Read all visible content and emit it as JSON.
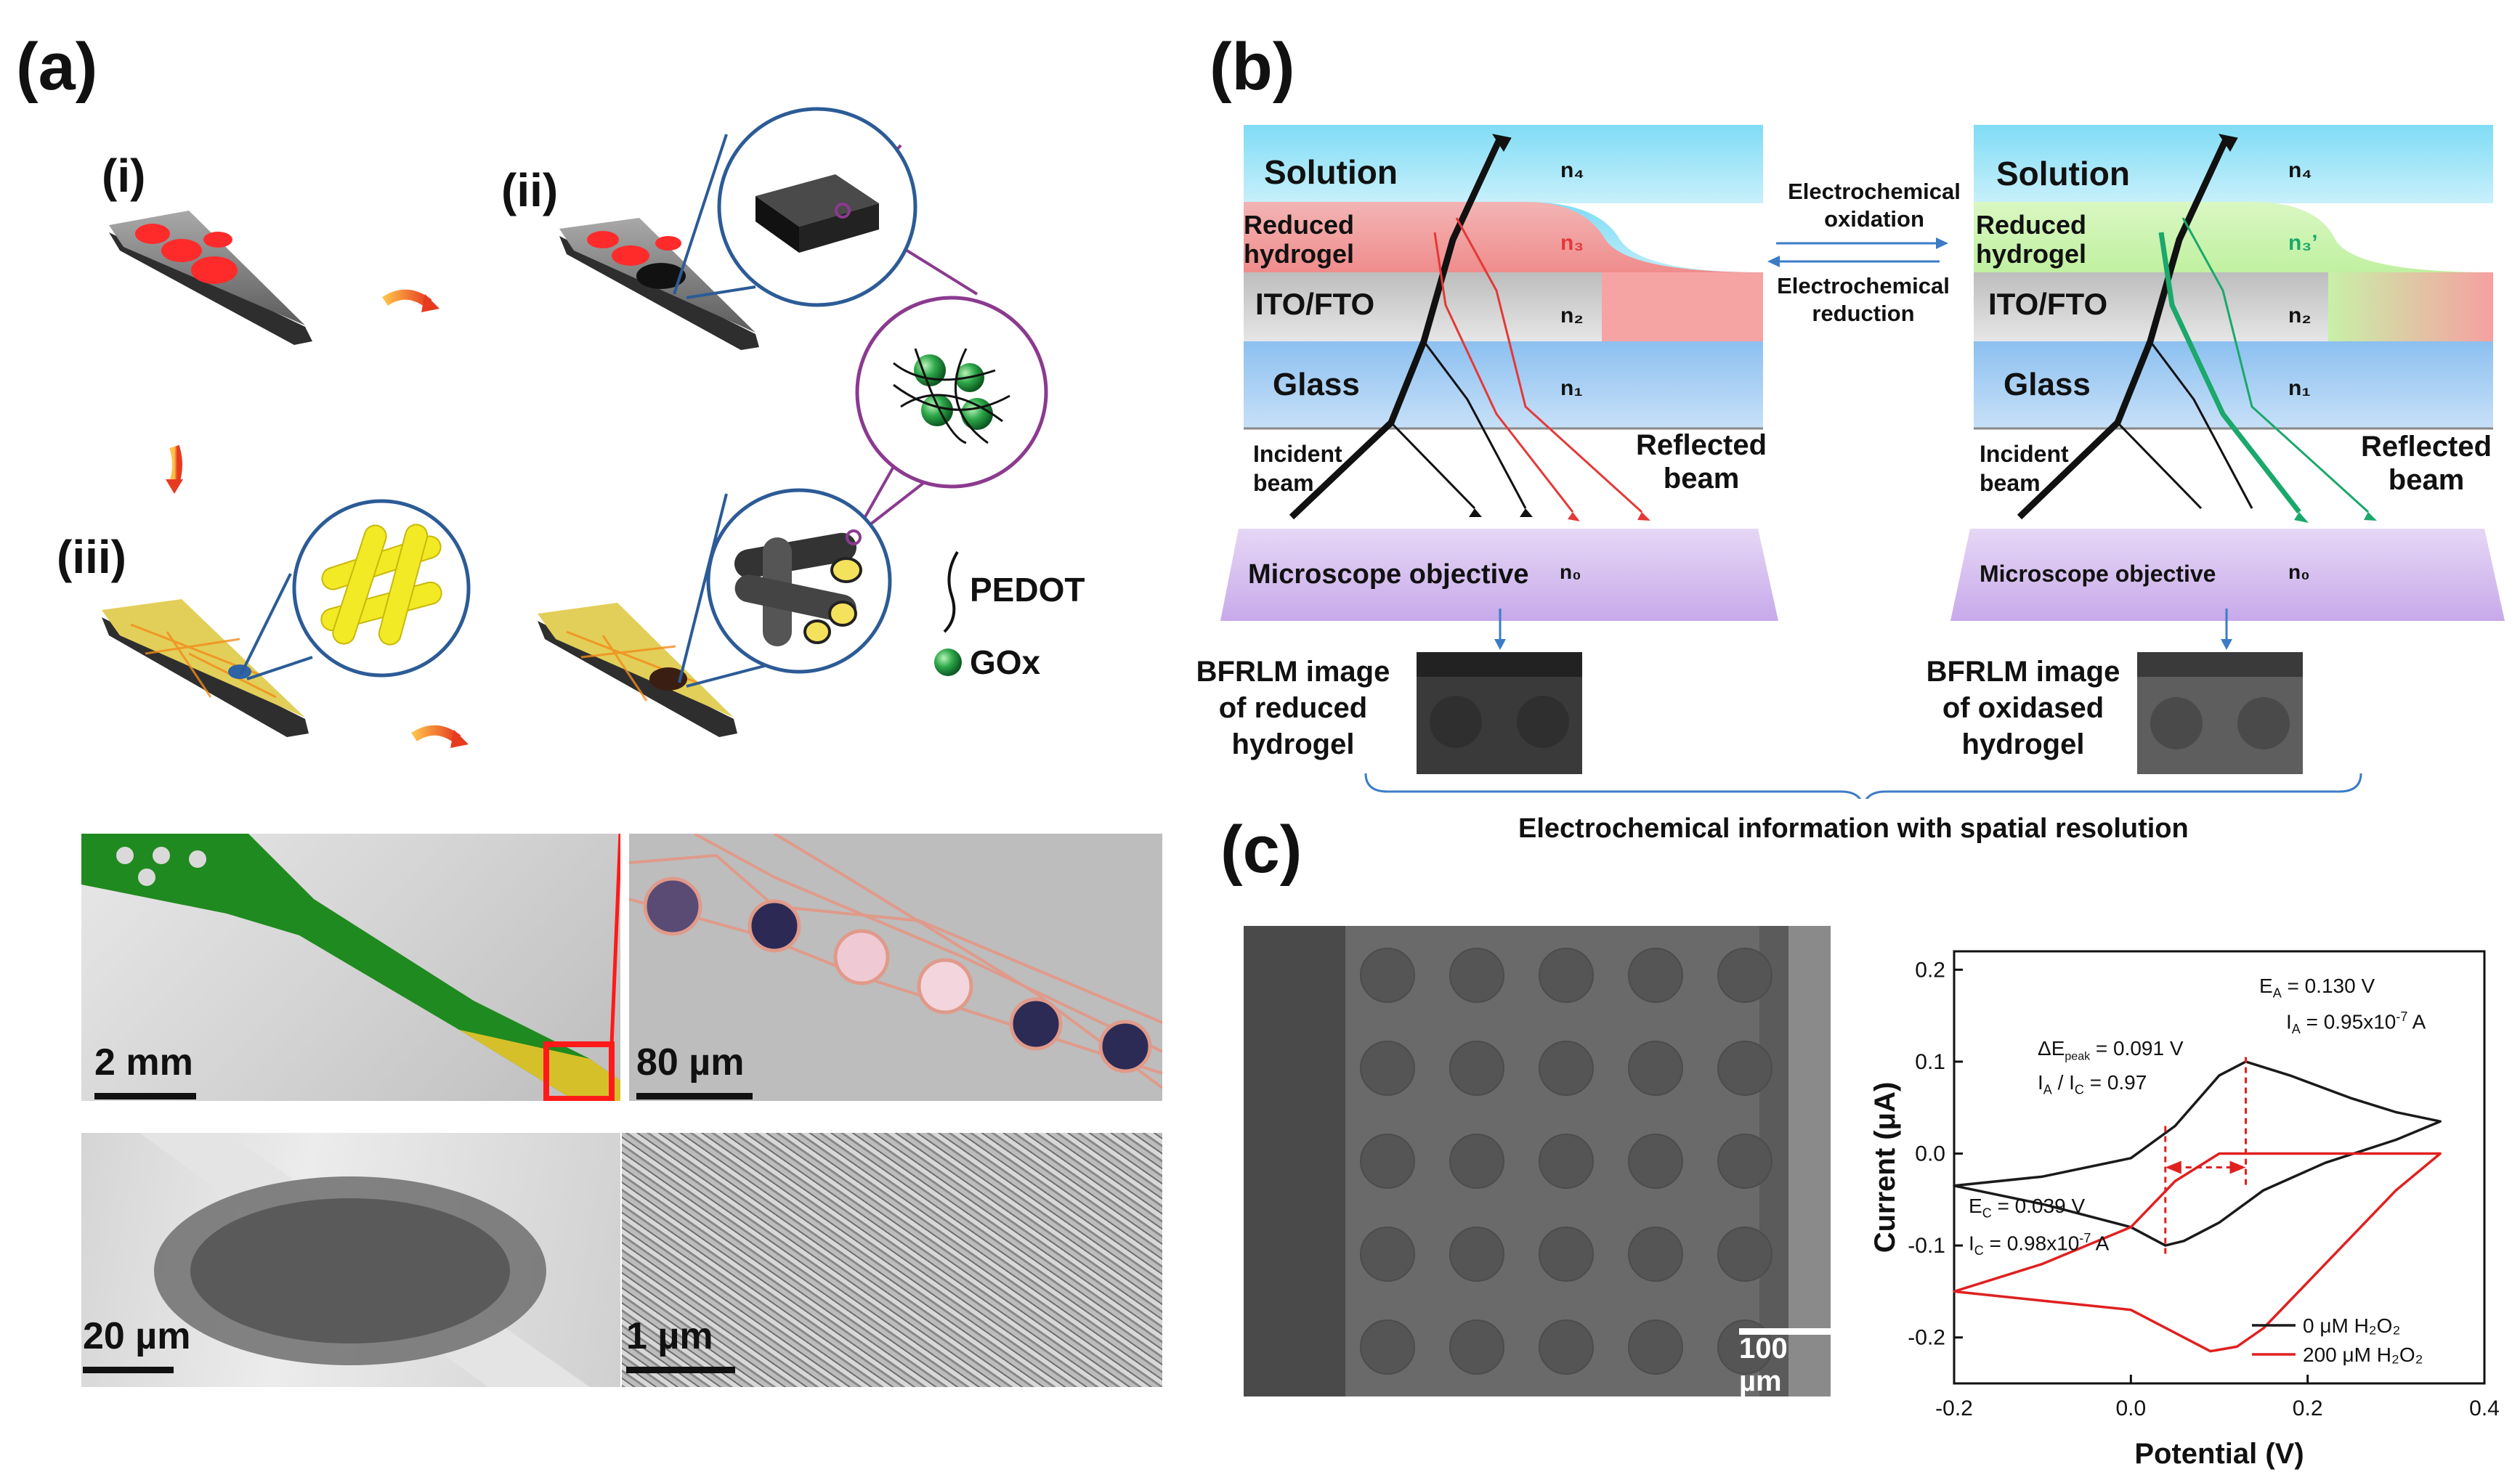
{
  "panels": {
    "a": "(a)",
    "b": "(b)",
    "c": "(c)"
  },
  "panel_a": {
    "step_i": "(i)",
    "step_ii": "(ii)",
    "step_iii": "(iii)",
    "legend_pedot": "PEDOT",
    "legend_gox": "GOx",
    "scale_bars": {
      "photo": "2 mm",
      "optical": "80 µm",
      "sem_low": "20 µm",
      "sem_high": "1 µm"
    }
  },
  "panel_b": {
    "left": {
      "layers": {
        "solution": "Solution",
        "hydrogel": "Reduced\nhydrogel",
        "ito": "ITO/FTO",
        "glass": "Glass"
      },
      "indices": {
        "n4": "n₄",
        "n3": "n₃",
        "n2": "n₂",
        "n1": "n₁",
        "n0": "n₀"
      },
      "incident": "Incident\nbeam",
      "reflected": "Reflected\nbeam",
      "objective": "Microscope objective",
      "image_caption": "BFRLM image\nof reduced\nhydrogel"
    },
    "right": {
      "layers": {
        "solution": "Solution",
        "hydrogel": "Reduced\nhydrogel",
        "ito": "ITO/FTO",
        "glass": "Glass"
      },
      "indices": {
        "n4": "n₄",
        "n3": "n₃’",
        "n2": "n₂",
        "n1": "n₁",
        "n0": "n₀"
      },
      "incident": "Incident\nbeam",
      "reflected": "Reflected\nbeam",
      "objective": "Microscope objective",
      "image_caption": "BFRLM image\nof oxidased\nhydrogel"
    },
    "arrow_top": "Electrochemical\noxidation",
    "arrow_bottom": "Electrochemical\nreduction",
    "bottom_caption": "Electrochemical information with spatial resolution"
  },
  "panel_c": {
    "scale_bar": "100 µm",
    "annotations": {
      "ea": "E",
      "ea_sub": "A",
      "ea_val": " = 0.130 V",
      "ia": "I",
      "ia_sub": "A",
      "ia_val": " = 0.95x10",
      "ia_exp": "-7",
      "ia_unit": " A",
      "dep": "ΔE",
      "dep_sub": "peak",
      "dep_val": " = 0.091 V",
      "ratio_i1": "I",
      "ratio_s1": "A",
      "ratio_mid": " / I",
      "ratio_s2": "C",
      "ratio_val": " = 0.97",
      "ec": "E",
      "ec_sub": "C",
      "ec_val": " = 0.039 V",
      "ic": "I",
      "ic_sub": "C",
      "ic_val": " = 0.98x10",
      "ic_exp": "-7",
      "ic_unit": " A"
    }
  },
  "chart_data": {
    "type": "line",
    "title": "",
    "xlabel": "Potential (V)",
    "ylabel": "Current (μA)",
    "xlim": [
      -0.2,
      0.4
    ],
    "ylim": [
      -0.25,
      0.22
    ],
    "xticks": [
      "-0.2",
      "0.0",
      "0.2",
      "0.4"
    ],
    "yticks": [
      "0.2",
      "0.1",
      "0.0",
      "-0.1",
      "-0.2"
    ],
    "legend_position": "bottom-right",
    "series": [
      {
        "name": "0 μM H₂O₂",
        "color": "#1a1a1a",
        "x": [
          -0.2,
          -0.1,
          0.0,
          0.05,
          0.1,
          0.13,
          0.18,
          0.25,
          0.3,
          0.35,
          0.3,
          0.22,
          0.15,
          0.1,
          0.06,
          0.039,
          0.0,
          -0.1,
          -0.2
        ],
        "y": [
          -0.035,
          -0.025,
          -0.005,
          0.03,
          0.085,
          0.1,
          0.085,
          0.06,
          0.045,
          0.035,
          0.015,
          -0.01,
          -0.04,
          -0.075,
          -0.095,
          -0.1,
          -0.08,
          -0.055,
          -0.035
        ]
      },
      {
        "name": "200 μM H₂O₂",
        "color": "#e02020",
        "x": [
          -0.2,
          -0.1,
          0.0,
          0.05,
          0.1,
          0.15,
          0.2,
          0.25,
          0.3,
          0.35,
          0.3,
          0.2,
          0.15,
          0.12,
          0.09,
          0.06,
          0.0,
          -0.1,
          -0.2
        ],
        "y": [
          -0.15,
          -0.12,
          -0.08,
          -0.03,
          0.0,
          0.0,
          0.0,
          0.0,
          0.0,
          0.0,
          -0.04,
          -0.14,
          -0.19,
          -0.21,
          -0.215,
          -0.2,
          -0.17,
          -0.16,
          -0.15
        ]
      }
    ],
    "markers": {
      "cathodic_peak_x": 0.039,
      "anodic_peak_x": 0.13,
      "arrow_y": -0.015
    }
  }
}
